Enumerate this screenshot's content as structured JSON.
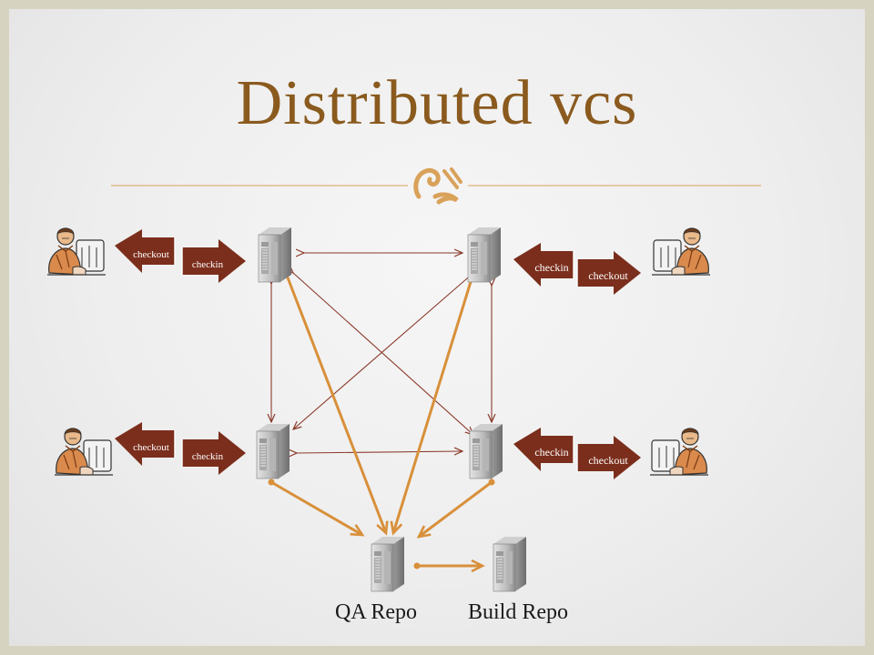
{
  "slide": {
    "title": "Distributed vcs",
    "title_color": "#8a5a1e",
    "accent_color": "#d9a25a",
    "ornament_icon": "fleur-ornament-icon"
  },
  "arrows": {
    "checkin": "checkin",
    "checkout": "checkout",
    "arrow_color": "#7b2e1c"
  },
  "repos": {
    "qa_label": "QA Repo",
    "build_label": "Build Repo"
  },
  "connections": {
    "peer_link_color": "#8b3a2a",
    "publish_link_color": "#d8903a"
  }
}
